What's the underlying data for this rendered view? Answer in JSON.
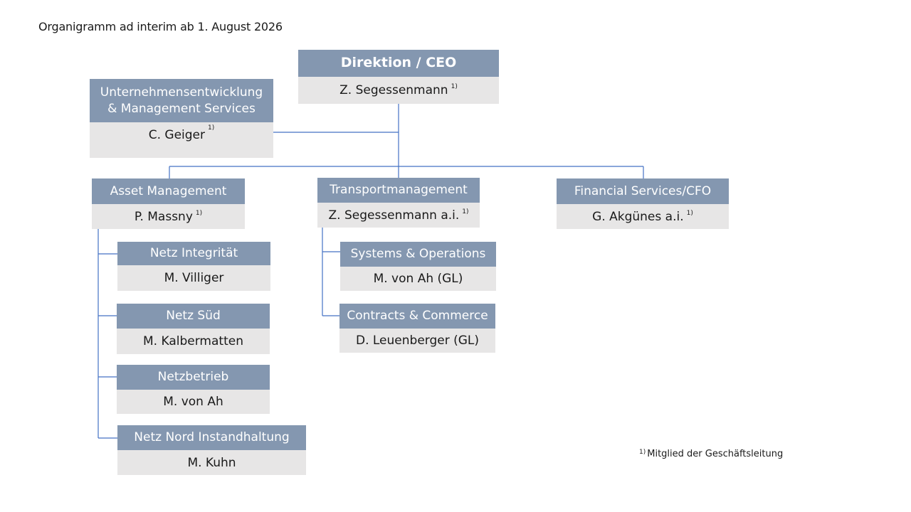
{
  "title": "Organigramm ad interim ab 1. August 2026",
  "footnote": {
    "marker": "1)",
    "text": "Mitglied der Geschäftsleitung"
  },
  "colors": {
    "header": "#8497b0",
    "body": "#e7e6e6",
    "line": "#4472c4"
  },
  "units": {
    "ceo": {
      "title": "Direktion / CEO",
      "person": "Z. Segessenmann",
      "marker": "1)"
    },
    "ue": {
      "title_line1": "Unternehmensentwicklung",
      "title_line2": "& Management Services",
      "person": "C. Geiger",
      "marker": "1)"
    },
    "am": {
      "title": "Asset Management",
      "person": "P. Massny",
      "marker": "1)"
    },
    "tm": {
      "title": "Transportmanagement",
      "person": "Z. Segessenmann a.i.",
      "marker": "1)"
    },
    "fs": {
      "title": "Financial Services/CFO",
      "person": "G. Akgünes a.i.",
      "marker": "1)"
    },
    "ni": {
      "title": "Netz Integrität",
      "person": "M. Villiger"
    },
    "ns": {
      "title": "Netz Süd",
      "person": "M. Kalbermatten"
    },
    "nb": {
      "title": "Netzbetrieb",
      "person": "M. von Ah"
    },
    "nn": {
      "title": "Netz Nord Instandhaltung",
      "person": "M. Kuhn"
    },
    "so": {
      "title": "Systems & Operations",
      "person": "M. von Ah (GL)"
    },
    "cc": {
      "title": "Contracts & Commerce",
      "person": "D. Leuenberger (GL)"
    }
  }
}
